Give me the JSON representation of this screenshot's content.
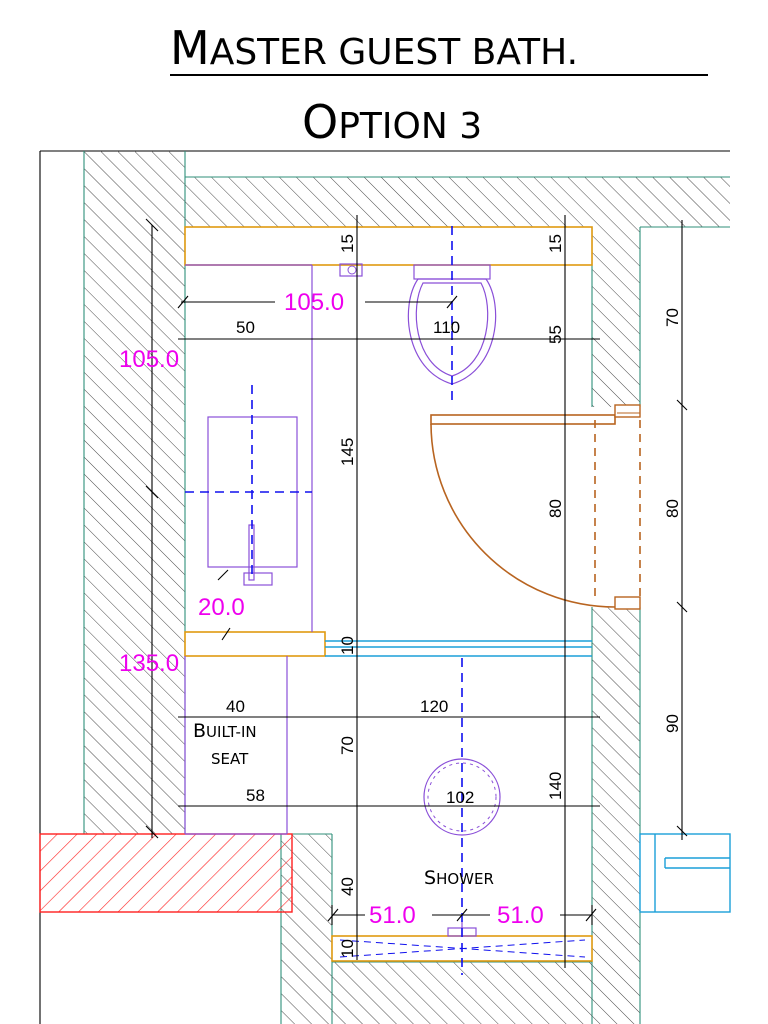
{
  "title": {
    "line1": {
      "first": "M",
      "rest": "ASTER GUEST BATH."
    },
    "line2": {
      "first": "O",
      "rest": "PTION 3"
    }
  },
  "dimensions_pink": {
    "top_width": "105.0",
    "left_upper": "105.0",
    "vanity_gap": "20.0",
    "left_lower": "135.0",
    "shower_left": "51.0",
    "shower_right": "51.0"
  },
  "dimensions_black": {
    "d15_left": "15",
    "d15_right": "15",
    "d50": "50",
    "d110": "110",
    "d55": "55",
    "d70_right": "70",
    "d145": "145",
    "d80_inner": "80",
    "d80_outer": "80",
    "d10_mid": "10",
    "d40_seat": "40",
    "d120": "120",
    "d90": "90",
    "d70_mid": "70",
    "d58": "58",
    "d102": "102",
    "d140": "140",
    "d40_bottom": "40",
    "d10_bottom": "10"
  },
  "labels": {
    "seat_line1": {
      "first": "B",
      "rest": "UILT-IN"
    },
    "seat_line2": "SEAT",
    "shower": {
      "first": "S",
      "rest": "HOWER"
    }
  },
  "colors": {
    "wall_hatch": "#2f8f7a",
    "fixture_outline": "#8a4fd8",
    "counter": "#e09a10",
    "door": "#b86420",
    "centerline": "#1010ee",
    "dimension_highlight": "#ee00ee",
    "existing_wall": "#ff0000",
    "glass": "#1b9fd8"
  }
}
